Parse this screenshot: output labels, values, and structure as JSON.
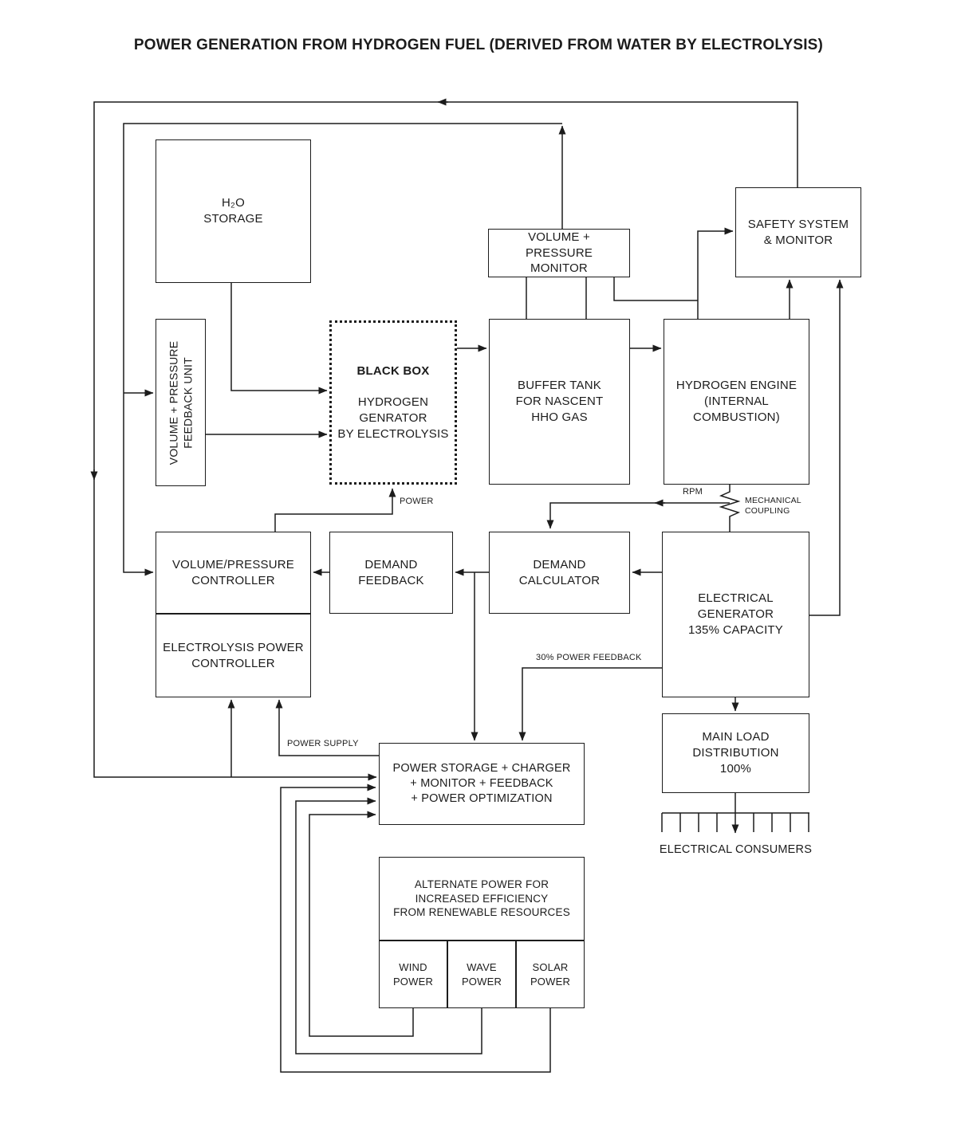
{
  "title": "POWER GENERATION FROM HYDROGEN FUEL (DERIVED FROM WATER BY ELECTROLYSIS)",
  "nodes": {
    "h2o_storage": "H₂O\nSTORAGE",
    "vp_monitor": "VOLUME + PRESSURE\nMONITOR",
    "safety_system": "SAFETY SYSTEM\n& MONITOR",
    "vp_feedback_unit": "VOLUME + PRESSURE\nFEEDBACK UNIT",
    "black_box_title": "BLACK BOX",
    "black_box_body": "HYDROGEN\nGENRATOR\nBY ELECTROLYSIS",
    "buffer_tank": "BUFFER TANK\nFOR NASCENT\nHHO GAS",
    "hydrogen_engine": "HYDROGEN ENGINE\n(INTERNAL\nCOMBUSTION)",
    "vp_controller": "VOLUME/PRESSURE\nCONTROLLER",
    "demand_feedback": "DEMAND\nFEEDBACK",
    "demand_calculator": "DEMAND\nCALCULATOR",
    "electrical_generator": "ELECTRICAL\nGENERATOR\n135% CAPACITY",
    "electrolysis_power_controller": "ELECTROLYSIS POWER\nCONTROLLER",
    "main_load_distribution": "MAIN LOAD\nDISTRIBUTION\n100%",
    "power_storage": "POWER STORAGE + CHARGER\n+ MONITOR + FEEDBACK\n+ POWER OPTIMIZATION",
    "alternate_power": "ALTERNATE POWER FOR\nINCREASED EFFICIENCY\nFROM RENEWABLE RESOURCES",
    "wind_power": "WIND\nPOWER",
    "wave_power": "WAVE\nPOWER",
    "solar_power": "SOLAR\nPOWER"
  },
  "edge_labels": {
    "power": "POWER",
    "rpm": "RPM",
    "mechanical_coupling": "MECHANICAL\nCOUPLING",
    "power_feedback": "30% POWER FEEDBACK",
    "power_supply": "POWER SUPPLY",
    "electrical_consumers": "ELECTRICAL CONSUMERS"
  },
  "colors": {
    "line": "#1c1c1c",
    "text": "#1c1c1c",
    "background": "#ffffff"
  }
}
